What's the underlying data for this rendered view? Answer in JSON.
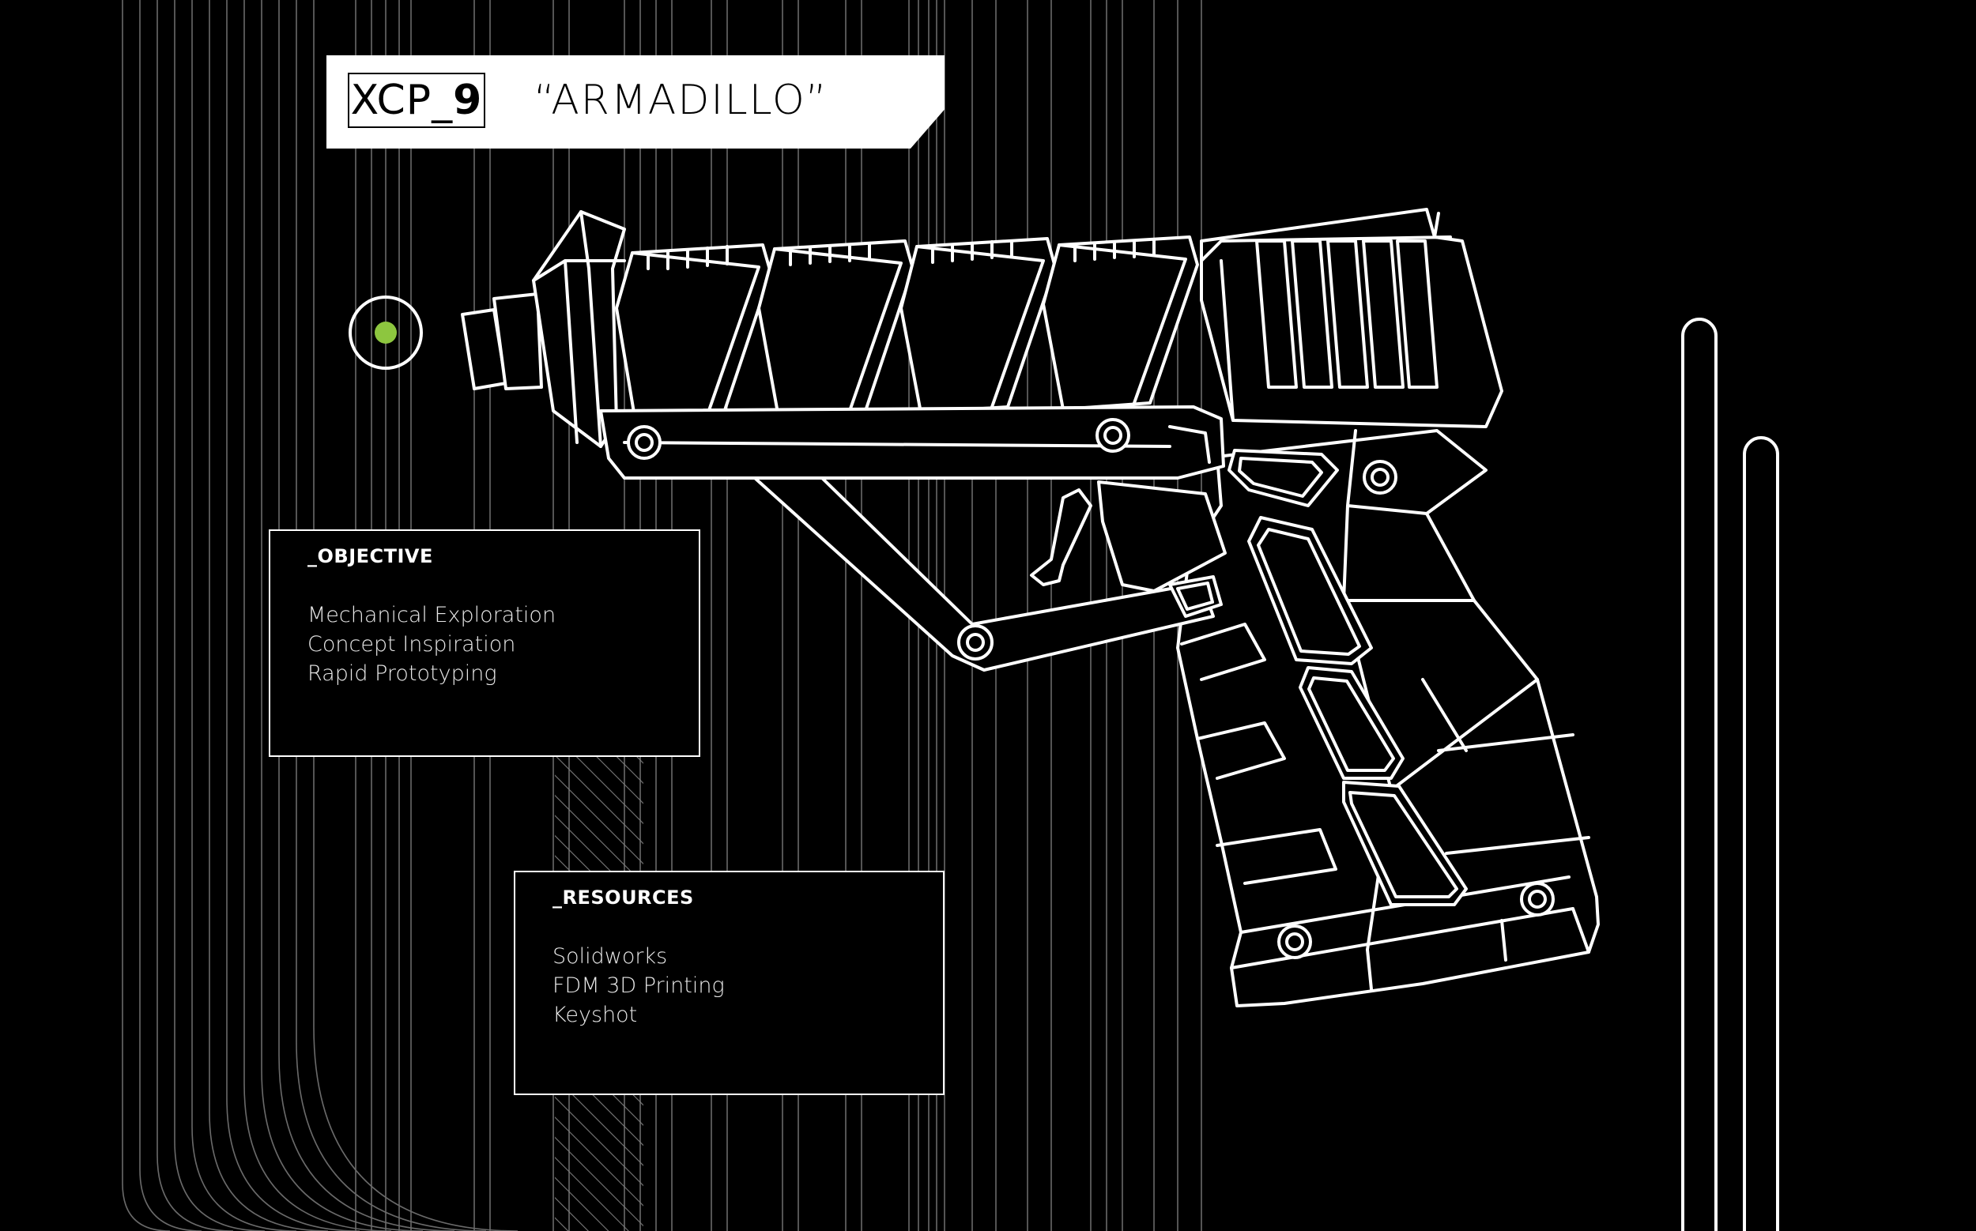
{
  "header": {
    "code_prefix": "XCP_",
    "code_number": "9",
    "name": "“ARMADILLO”"
  },
  "status": {
    "indicator_color": "#8dc63f"
  },
  "objective": {
    "heading": "_OBJECTIVE",
    "items": [
      "Mechanical Exploration",
      "Concept Inspiration",
      "Rapid Prototyping"
    ]
  },
  "resources": {
    "heading": "_RESOURCES",
    "items": [
      "Solidworks",
      "FDM 3D Printing",
      "Keyshot"
    ]
  },
  "colors": {
    "background": "#000000",
    "line": "#ffffff",
    "accent": "#8dc63f"
  },
  "illustration": {
    "subject": "blaster-wireframe-icon"
  }
}
